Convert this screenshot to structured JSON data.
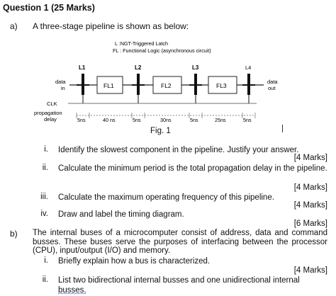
{
  "question": {
    "title": "Question 1 (25 Marks)"
  },
  "part_a": {
    "label": "a)",
    "stem": "A three-stage pipeline is shown as below:",
    "figure": {
      "legend_latch": "L :NGT-Triggered Latch",
      "legend_fl": "FL : Functional Logic (asynchronous circuit)",
      "latches": [
        "L1",
        "L2",
        "L3",
        "L4"
      ],
      "blocks": [
        "FL1",
        "FL2",
        "FL3"
      ],
      "data_in": [
        "data",
        "in"
      ],
      "data_out": [
        "data",
        "out"
      ],
      "clk": "CLK",
      "propagation": [
        "propagation",
        "delay"
      ],
      "delays": [
        "5ns",
        "40 ns",
        "5ns",
        "30ns",
        "5ns",
        "25ns",
        "5ns"
      ],
      "caption": "Fig. 1"
    },
    "items": [
      {
        "num": "i.",
        "text": "Identify the slowest component in the pipeline. Justify your answer.",
        "marks": "[4 Marks]"
      },
      {
        "num": "ii.",
        "text": "Calculate the minimum period is the total propagation delay in the pipeline.",
        "marks": "[4 Marks]"
      },
      {
        "num": "iii.",
        "text": "Calculate the maximum operating frequency of this pipeline.",
        "marks": "[4 Marks]"
      },
      {
        "num": "iv.",
        "text": "Draw and label the timing diagram.",
        "marks": "[6 Marks]"
      }
    ]
  },
  "part_b": {
    "label": "b)",
    "stem": "The internal buses of a microcomputer consist of address, data and command busses. These buses serve the purposes of interfacing between the processor (CPU), input/output (I/O) and memory.",
    "items": [
      {
        "num": "i.",
        "text": "Briefly explain how a bus is characterized.",
        "marks": "[4 Marks]"
      },
      {
        "num": "ii.",
        "text_main": "List two bidirectional internal busses and one unidirectional internal",
        "text_tail": "busses."
      }
    ]
  }
}
